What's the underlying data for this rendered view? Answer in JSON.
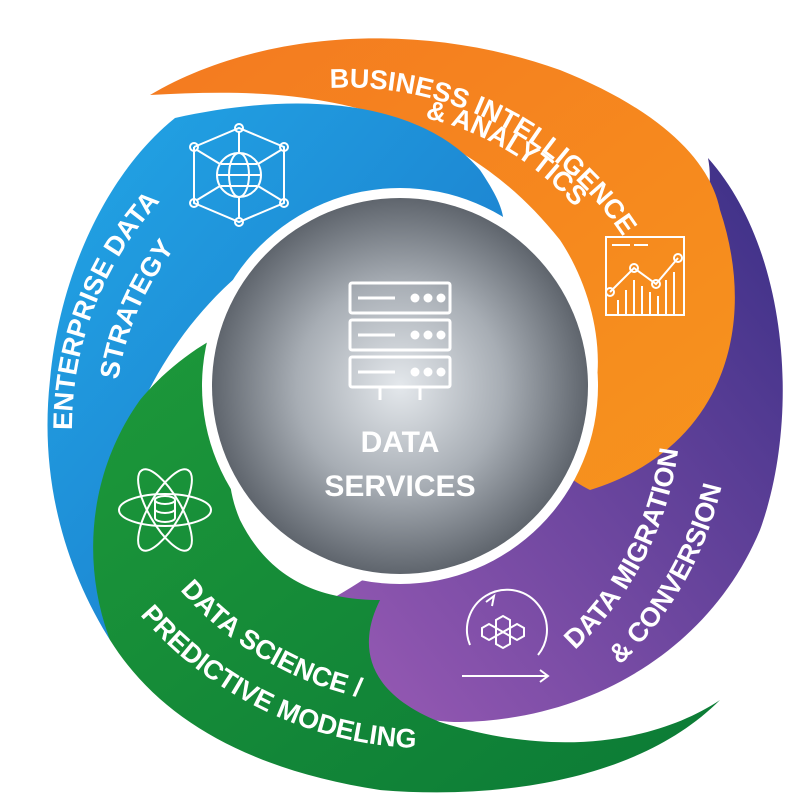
{
  "diagram": {
    "center": {
      "line1": "DATA",
      "line2": "SERVICES",
      "icon": "server-rack-icon"
    },
    "segments": {
      "business": {
        "line1": "BUSINESS INTELLIGENCE",
        "line2": "& ANALYTICS",
        "icon": "line-chart-icon",
        "color": "#F58220"
      },
      "migration": {
        "line1": "DATA MIGRATION",
        "line2": "& CONVERSION",
        "icon": "hexagon-cycle-icon",
        "color": "#6A3E9E"
      },
      "science": {
        "line1": "DATA SCIENCE /",
        "line2": "PREDICTIVE MODELING",
        "icon": "atom-database-icon",
        "color": "#2E9A3E"
      },
      "enterprise": {
        "line1": "ENTERPRISE DATA",
        "line2": "STRATEGY",
        "icon": "globe-network-icon",
        "color": "#1A8BD8"
      }
    }
  }
}
